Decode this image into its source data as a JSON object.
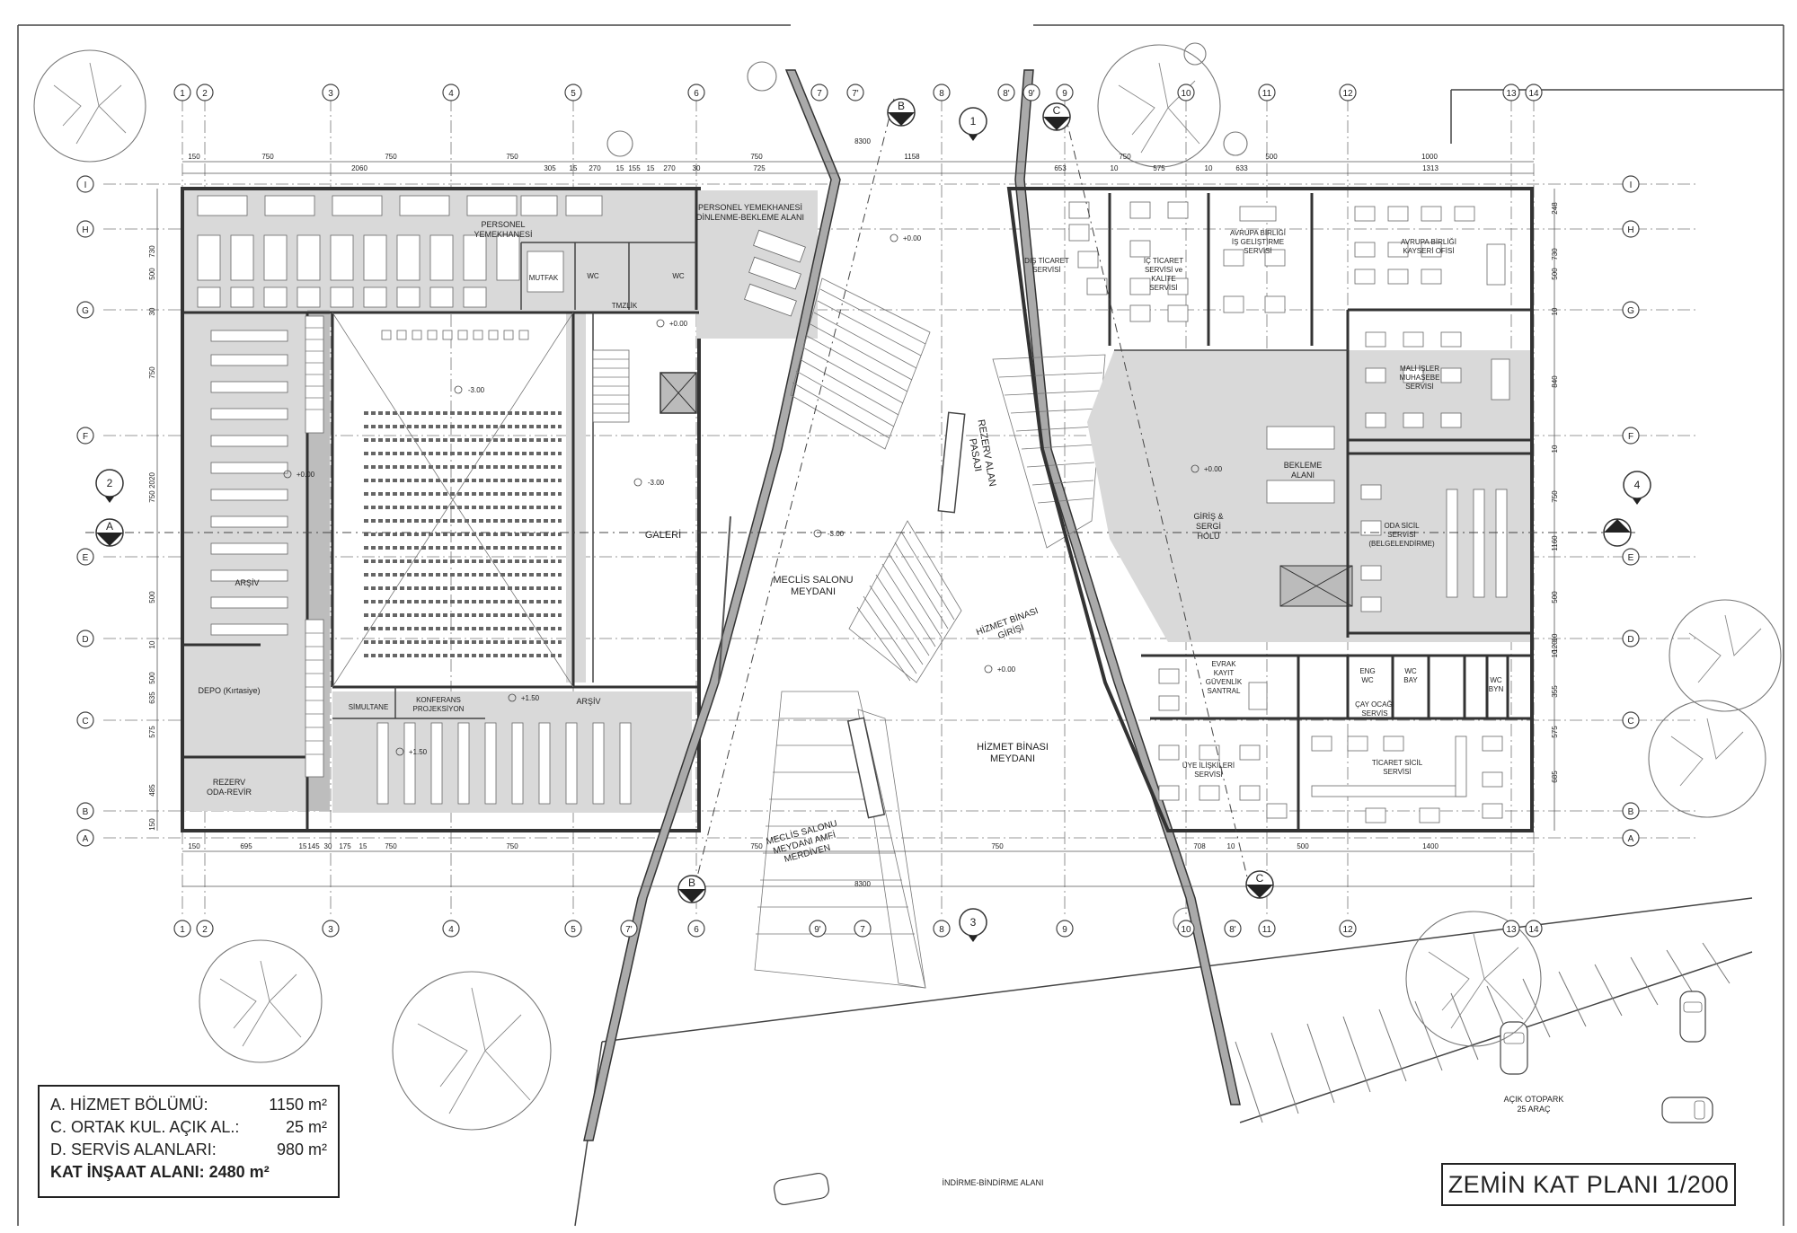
{
  "plan_title": "ZEMİN KAT PLANI 1/200",
  "area_summary": [
    {
      "label": "A. HİZMET BÖLÜMÜ:",
      "value": "1150 m²",
      "bold": false
    },
    {
      "label": "C. ORTAK KUL. AÇIK AL.:",
      "value": "25 m²",
      "bold": false
    },
    {
      "label": "D. SERVİS ALANLARI:",
      "value": "980 m²",
      "bold": false
    },
    {
      "label": "KAT İNŞAAT ALANI: 2480 m²",
      "value": "",
      "bold": true
    }
  ],
  "grid_axes": {
    "columns_top": [
      "1",
      "2",
      "3",
      "4",
      "5",
      "6",
      "7",
      "7'",
      "8",
      "8'",
      "9'",
      "9",
      "10",
      "11",
      "12",
      "13",
      "14"
    ],
    "columns_bottom": [
      "1",
      "2",
      "3",
      "4",
      "5",
      "6",
      "7'",
      "9'",
      "7",
      "8",
      "9",
      "8'",
      "10",
      "11",
      "12",
      "13",
      "14"
    ],
    "rows_left": [
      "I",
      "H",
      "G",
      "F",
      "E",
      "D",
      "C",
      "B",
      "A"
    ],
    "rows_right": [
      "I",
      "H",
      "G",
      "F",
      "E",
      "D",
      "C",
      "B",
      "A"
    ]
  },
  "section_markers": [
    "A",
    "A",
    "B",
    "B",
    "C",
    "C",
    "1",
    "2",
    "3",
    "4"
  ],
  "dimensions": {
    "top_total": "8300",
    "bottom_total": "8300",
    "top_main": [
      "150",
      "750",
      "750",
      "750",
      "750",
      "1158",
      "750",
      "500",
      "1000"
    ],
    "top_detail": [
      "2060",
      "305",
      "15",
      "270",
      "15",
      "155",
      "15",
      "270",
      "30",
      "725",
      "653",
      "10",
      "575",
      "10",
      "633",
      "1313"
    ],
    "bottom_main": [
      "150",
      "695",
      "15",
      "145",
      "30",
      "175",
      "15",
      "750",
      "750",
      "750",
      "750",
      "708",
      "10",
      "500",
      "1400"
    ],
    "left": [
      "730",
      "500",
      "30",
      "750",
      "2020",
      "750",
      "500",
      "10",
      "500",
      "635",
      "575",
      "485",
      "150"
    ],
    "right": [
      "248",
      "730",
      "500",
      "10",
      "840",
      "10",
      "750",
      "1160",
      "500",
      "10",
      "120",
      "10",
      "355",
      "575",
      "685"
    ]
  },
  "rooms": {
    "personel_yemekhanesi": "PERSONEL YEMEKHANESİ",
    "personel_dinlenme": "PERSONEL YEMEKHANESİ DİNLENME-BEKLEME ALANI",
    "mutfak": "MUTFAK",
    "wc1": "WC",
    "wc2": "WC",
    "temizlik": "TMZLİK",
    "arsiv_left": "ARŞİV",
    "depo": "DEPO (Kırtasiye)",
    "rezerv_oda": "REZERV ODA-REVİR",
    "simultane": "SİMULTANE",
    "konferans": "KONFERANS PROJEKSİYON",
    "arsiv_bottom": "ARŞİV",
    "galeri": "GALERİ",
    "meclis_meydani": "MECLİS SALONU MEYDANI",
    "meclis_amfi": "MECLİS SALONU MEYDANI AMFİ MERDİVEN",
    "rezerv_pasaj": "REZERV ALAN PASAJI",
    "hizmet_girisi": "HİZMET BİNASI GİRİŞİ",
    "hizmet_meydani": "HİZMET BİNASI MEYDANI",
    "dis_ticaret": "DIŞ TİCARET SERVİSİ",
    "ic_ticaret": "İÇ TİCARET SERVİSİ ve KALİTE SERVİSİ",
    "ab_isgelistirme": "AVRUPA BİRLİĞİ İŞ GELİŞTİRME SERVİSİ",
    "ab_kayseri": "AVRUPA BİRLİĞİ KAYSERİ OFİSİ",
    "mali_isler": "MALİ İŞLER MUHASEBE SERVİSİ",
    "bekleme": "BEKLEME ALANI",
    "giris_sergi": "GİRİŞ & SERGİ HOLÜ",
    "oda_sicil": "ODA SİCİL SERVİSİ (BELGELENDİRME)",
    "evrak_kayit": "EVRAK KAYIT GÜVENLİK SANTRAL",
    "eng_wc": "ENG WC",
    "wc_bay": "WC BAY",
    "wc_byn": "WC BYN",
    "cay_ocagi": "ÇAY OCAĞI SERVİS",
    "uye_iliskileri": "ÜYE İLİŞKİLERİ SERVİSİ",
    "ticaret_sicil": "TİCARET SİCİL SERVİSİ",
    "acik_otopark": "AÇIK OTOPARK 25 ARAÇ",
    "indirme": "İNDİRME-BİNDİRME ALANI"
  },
  "levels": [
    "+0.00",
    "+0.00",
    "+0.00",
    "-3.00",
    "-3.00",
    "-3.00",
    "+0.00",
    "+0.00",
    "+1.50",
    "+1.50",
    "+0.00"
  ]
}
